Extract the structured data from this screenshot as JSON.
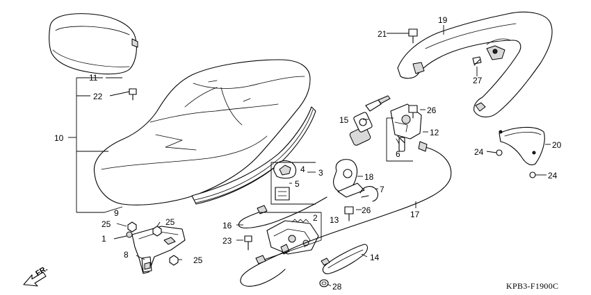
{
  "diagram_code": "KPB3-F1900C",
  "direction_label": "FR.",
  "callouts": [
    {
      "id": "c1",
      "label": "1"
    },
    {
      "id": "c2",
      "label": "2"
    },
    {
      "id": "c3",
      "label": "3"
    },
    {
      "id": "c4",
      "label": "4"
    },
    {
      "id": "c5",
      "label": "5"
    },
    {
      "id": "c6",
      "label": "6"
    },
    {
      "id": "c7",
      "label": "7"
    },
    {
      "id": "c8",
      "label": "8"
    },
    {
      "id": "c9",
      "label": "9"
    },
    {
      "id": "c10",
      "label": "10"
    },
    {
      "id": "c11",
      "label": "11"
    },
    {
      "id": "c12",
      "label": "12"
    },
    {
      "id": "c13",
      "label": "13"
    },
    {
      "id": "c14",
      "label": "14"
    },
    {
      "id": "c15",
      "label": "15"
    },
    {
      "id": "c16",
      "label": "16"
    },
    {
      "id": "c17",
      "label": "17"
    },
    {
      "id": "c18",
      "label": "18"
    },
    {
      "id": "c19",
      "label": "19"
    },
    {
      "id": "c20",
      "label": "20"
    },
    {
      "id": "c21",
      "label": "21"
    },
    {
      "id": "c22",
      "label": "22"
    },
    {
      "id": "c23",
      "label": "23"
    },
    {
      "id": "c24a",
      "label": "24"
    },
    {
      "id": "c24b",
      "label": "24"
    },
    {
      "id": "c25a",
      "label": "25"
    },
    {
      "id": "c25b",
      "label": "25"
    },
    {
      "id": "c25c",
      "label": "25"
    },
    {
      "id": "c26a",
      "label": "26"
    },
    {
      "id": "c26b",
      "label": "26"
    },
    {
      "id": "c27",
      "label": "27"
    },
    {
      "id": "c28",
      "label": "28"
    }
  ]
}
